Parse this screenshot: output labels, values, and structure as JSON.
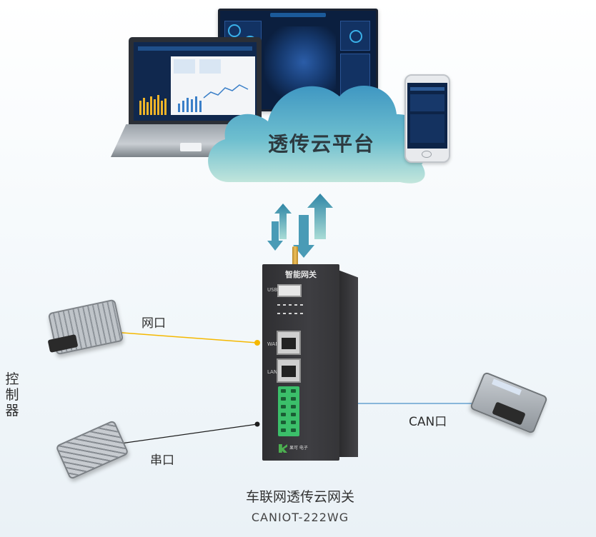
{
  "cloud": {
    "label": "透传云平台"
  },
  "gateway": {
    "title": "智能网关",
    "usb_label": "USB",
    "wan_label": "WAN",
    "lan_label": "LAN",
    "brand": "果可 电子"
  },
  "links": {
    "net_label": "网口",
    "serial_label": "串口",
    "can_label": "CAN口"
  },
  "side_label": "控制器",
  "caption": "车联网透传云网关",
  "model": "CANIOT-222WG",
  "colors": {
    "net_link": "#f5b800",
    "serial_link": "#1e1e1e",
    "can_link": "#4a90c8",
    "cloud_top": "#4aa3c8",
    "cloud_bottom": "#b8e0d8",
    "arrow": "#3b8fae"
  },
  "icons": [
    "laptop-icon",
    "monitor-icon",
    "phone-icon",
    "cloud-icon",
    "upload-arrow-icon",
    "download-arrow-icon",
    "gateway-device-icon",
    "ecu-controller-icon"
  ]
}
